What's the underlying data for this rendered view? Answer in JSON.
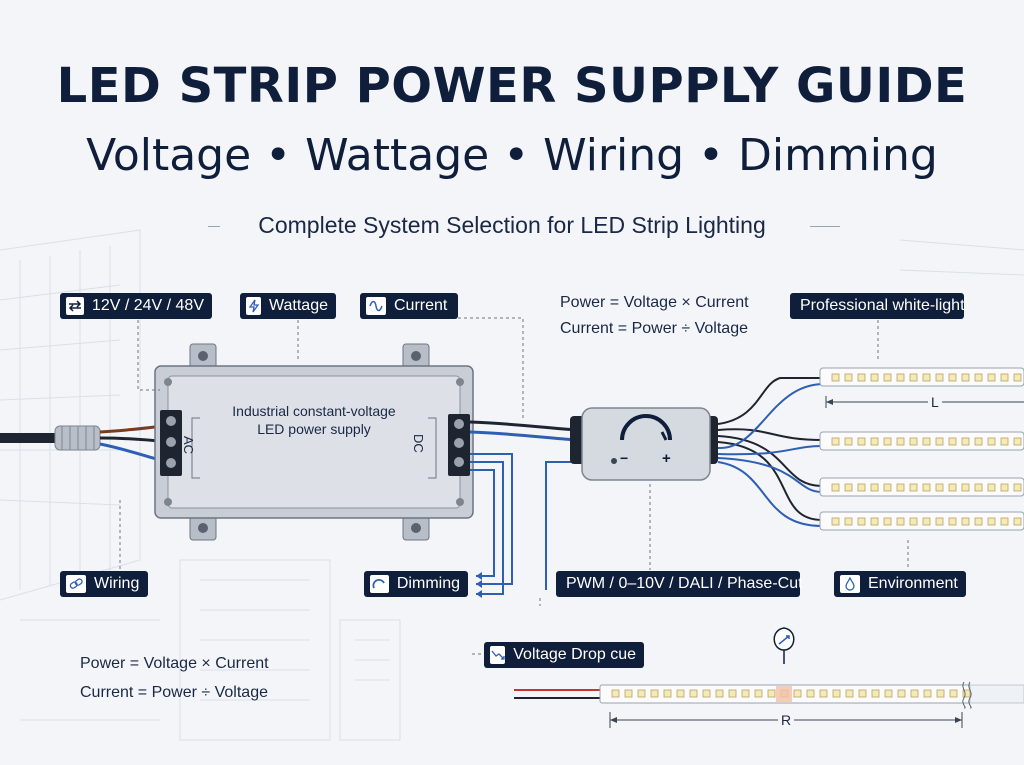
{
  "title": "LED STRIP POWER SUPPLY GUIDE",
  "subtitle": "Voltage • Wattage • Wiring • Dimming",
  "tagline": "Complete System Selection for LED Strip Lighting",
  "labels": {
    "voltage": "12V / 24V / 48V",
    "wattage": "Wattage",
    "current": "Current",
    "professional": "Professional white-light",
    "wiring": "Wiring",
    "dimming": "Dimming",
    "dimming_methods": "PWM / 0–10V / DALI / Phase-Cut",
    "environment": "Environment",
    "voltage_drop": "Voltage Drop cue"
  },
  "formulas": {
    "power": "Power = Voltage × Current",
    "current": "Current = Power ÷ Voltage"
  },
  "psu": {
    "line1": "Industrial constant-voltage",
    "line2": "LED power supply",
    "ac": "AC",
    "dc": "DC"
  },
  "dimmer": {
    "minus": "−",
    "plus": "+"
  },
  "dimensions": {
    "top_strip": "L",
    "bottom_strip": "R"
  },
  "icons": {
    "voltage": "arrows-swap-icon",
    "wattage": "lightning-icon",
    "current": "sine-wave-icon",
    "wiring": "link-icon",
    "dimming": "dial-icon",
    "environment": "droplet-icon",
    "voltage_drop": "drop-arrow-icon",
    "location_pin": "map-pin-icon"
  },
  "colors": {
    "navy": "#0f1e3a",
    "wire_blue": "#2f5fb3",
    "wire_brown": "#7a3b1f",
    "wire_red": "#c0392b",
    "background": "#f3f5f9"
  }
}
